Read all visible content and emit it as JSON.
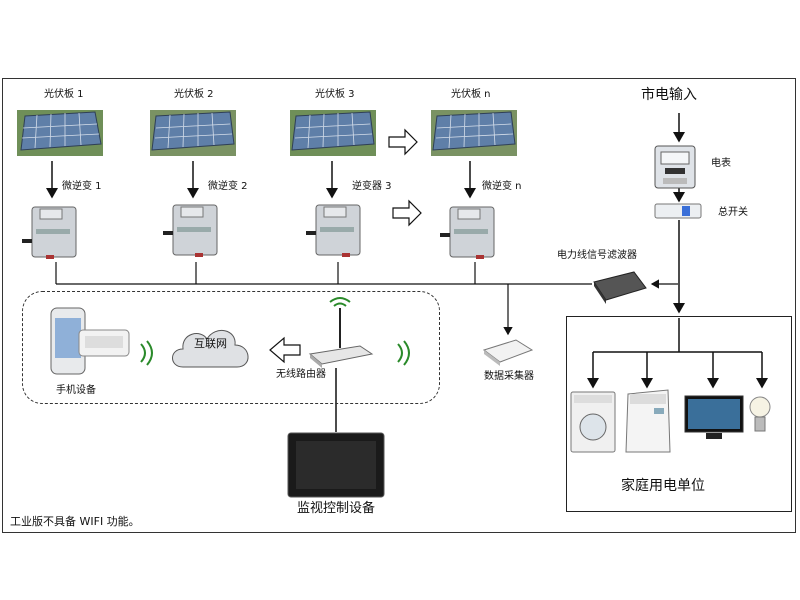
{
  "panels": [
    {
      "label": "光伏板 1"
    },
    {
      "label": "光伏板 2"
    },
    {
      "label": "光伏板 3"
    },
    {
      "label": "光伏板 n"
    }
  ],
  "inverters": [
    {
      "label": "微逆变 1"
    },
    {
      "label": "微逆变 2"
    },
    {
      "label": "逆变器 3"
    },
    {
      "label": "微逆变 n"
    }
  ],
  "grid": {
    "input_label": "市电输入",
    "meter_label": "电表",
    "switch_label": "总开关",
    "filter_label": "电力线信号滤波器"
  },
  "network": {
    "phone_label": "手机设备",
    "internet_label": "互联网",
    "router_label": "无线路由器",
    "collector_label": "数据采集器",
    "monitor_label": "监视控制设备"
  },
  "home": {
    "label": "家庭用电单位"
  },
  "footnote": "工业版不具备 WIFI 功能。",
  "colors": {
    "line": "#111111",
    "panel_blue": "#5f7fa8",
    "device_gray": "#c8ccd2"
  }
}
